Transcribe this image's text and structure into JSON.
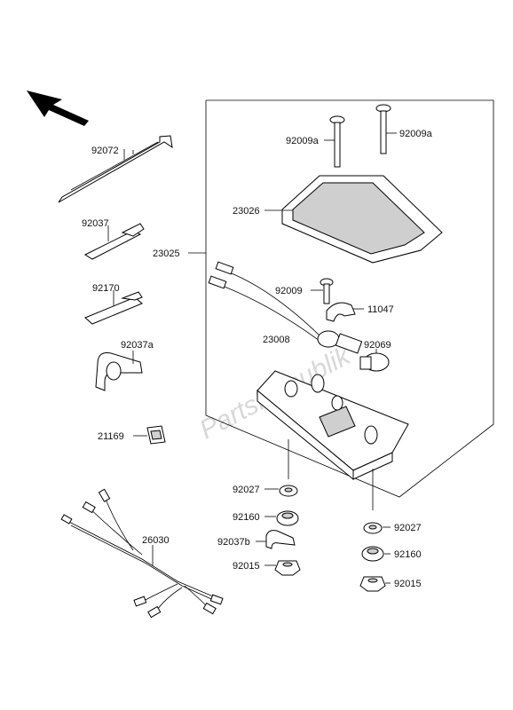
{
  "watermark": "PartsRepublik",
  "labels": {
    "p92072": "92072",
    "p92037": "92037",
    "p92170": "92170",
    "p92037a": "92037a",
    "p21169": "21169",
    "p26030": "26030",
    "p23025": "23025",
    "p92009a_l": "92009a",
    "p92009a_r": "92009a",
    "p23026": "23026",
    "p92009": "92009",
    "p11047": "11047",
    "p23008": "23008",
    "p92069": "92069",
    "p92027_l": "92027",
    "p92160_l": "92160",
    "p92037b": "92037b",
    "p92015_l": "92015",
    "p92027_r": "92027",
    "p92160_r": "92160",
    "p92015_r": "92015"
  },
  "icons": {
    "direction": "front-direction-arrow-icon"
  }
}
